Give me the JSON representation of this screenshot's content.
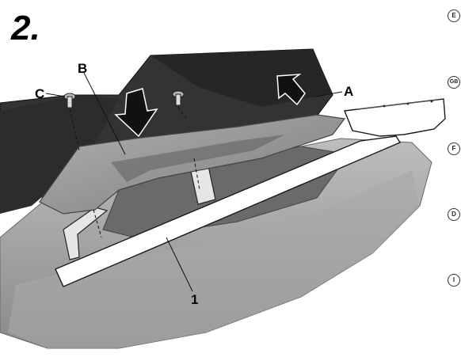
{
  "step": {
    "number": "2."
  },
  "callouts": {
    "a": "A",
    "b": "B",
    "c": "C",
    "part1": "1"
  },
  "languages": [
    "E",
    "GB",
    "F",
    "D",
    "I"
  ],
  "colors": {
    "seat": "#3b3b3b",
    "seat_dark": "#1f1f1f",
    "bodywork": "#9d9d9d",
    "bodywork_light": "#c4c4c4",
    "handle": "#8e8e8e",
    "plate": "#ffffff",
    "line": "#1a1a1a"
  }
}
